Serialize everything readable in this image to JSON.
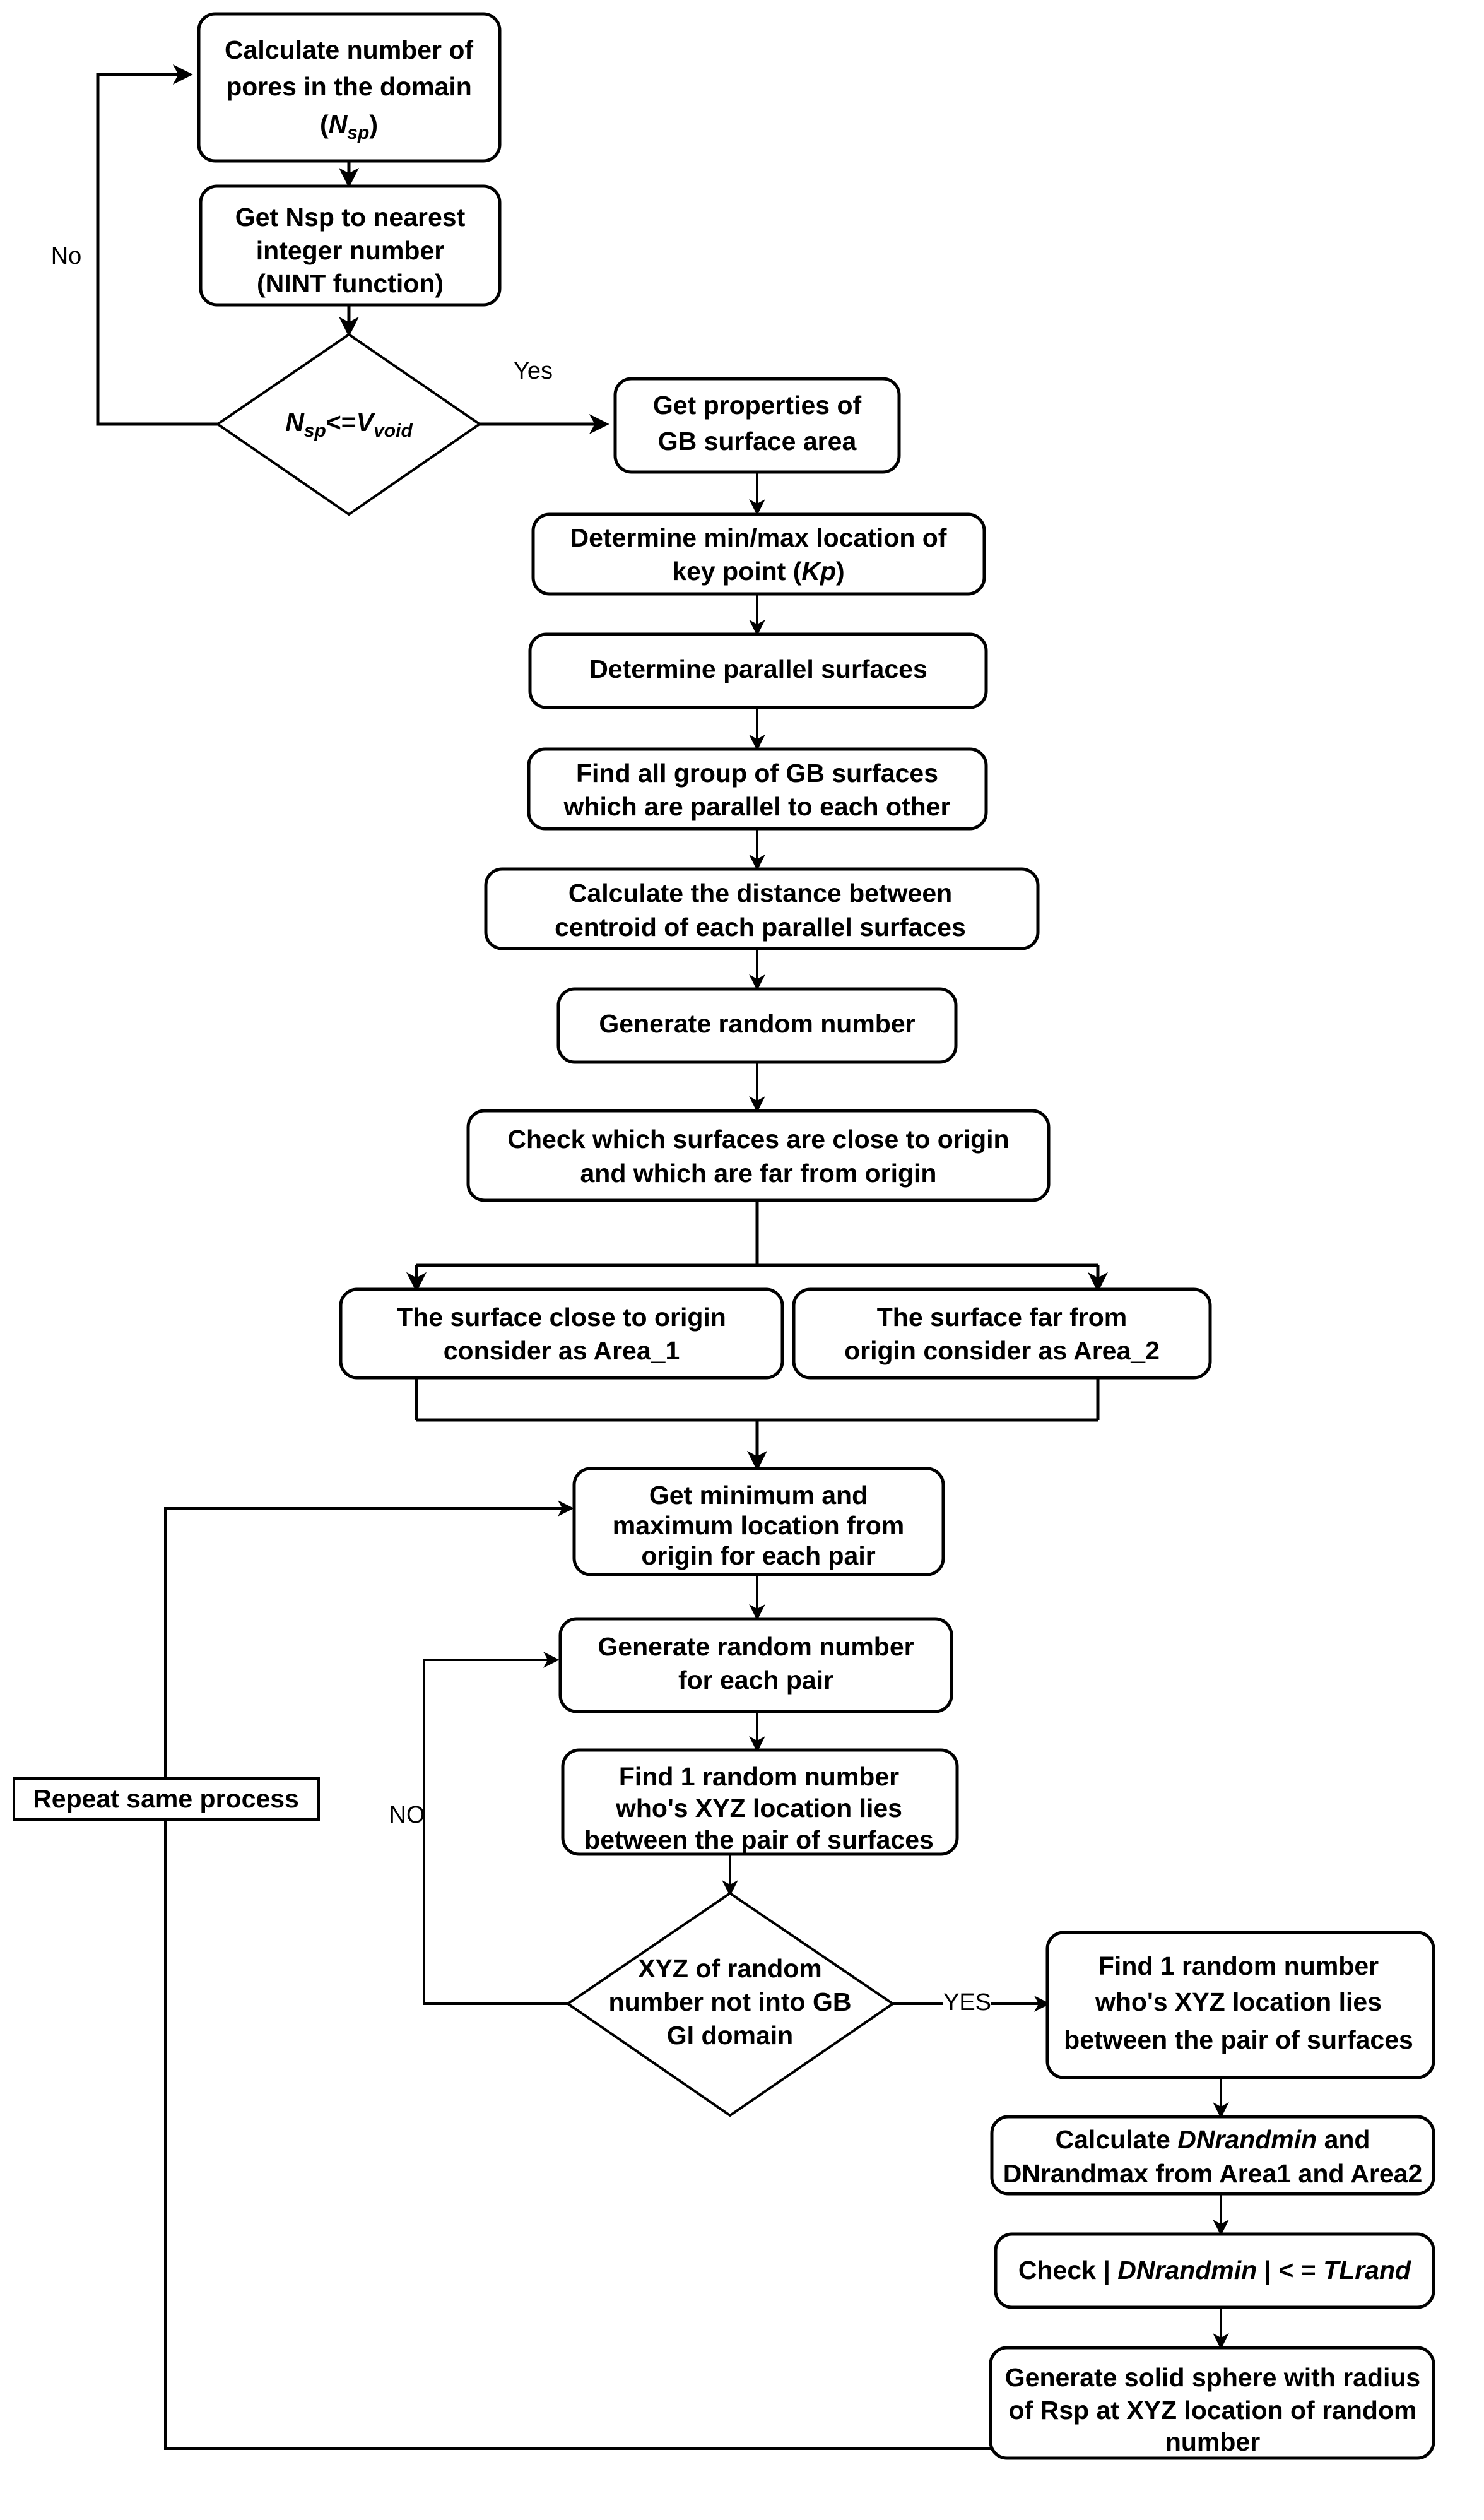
{
  "diagram": {
    "title": "Pore generation algorithm flowchart",
    "line_color": "#000000",
    "node_fill": "#ffffff"
  },
  "nodes": {
    "calc_pores": {
      "shape": "rounded-rect",
      "lines": [
        "Calculate number of",
        "pores in the domain",
        "(Nsp)"
      ],
      "line1": "Calculate number of",
      "line2": "pores in the domain",
      "line3_prefix": "(",
      "line3_var": "N",
      "line3_sub": "sp",
      "line3_suffix": ")"
    },
    "get_nsp_nint": {
      "shape": "rounded-rect",
      "line1": "Get Nsp to nearest",
      "line2": "integer number",
      "line3": "(NINT function)"
    },
    "decision_nsp": {
      "shape": "diamond",
      "var1": "N",
      "sub1": "sp",
      "operator": "<=",
      "var2": "V",
      "sub2": "void"
    },
    "get_gb_props": {
      "shape": "rounded-rect",
      "line1": "Get properties of",
      "line2": "GB surface area"
    },
    "min_max_keypoint": {
      "shape": "rounded-rect",
      "line1": "Determine min/max location of",
      "line2_prefix": "key point (",
      "line2_var": "Kp",
      "line2_suffix": ")"
    },
    "determine_parallel": {
      "shape": "rounded-rect",
      "line1": "Determine parallel surfaces"
    },
    "find_gb_groups": {
      "shape": "rounded-rect",
      "line1": "Find all group of GB surfaces",
      "line2": "which are parallel to each other"
    },
    "calc_distance": {
      "shape": "rounded-rect",
      "line1": "Calculate the distance between",
      "line2": "centroid of each parallel surfaces"
    },
    "gen_random": {
      "shape": "rounded-rect",
      "line1": "Generate random number"
    },
    "check_surfaces": {
      "shape": "rounded-rect",
      "line1": "Check which surfaces are close to origin",
      "line2": "and which are far from origin"
    },
    "area1": {
      "shape": "rounded-rect",
      "line1": "The surface close to origin",
      "line2": "consider as Area_1"
    },
    "area2": {
      "shape": "rounded-rect",
      "line1": "The surface far from",
      "line2": "origin consider as Area_2"
    },
    "get_min_max_pair": {
      "shape": "rounded-rect",
      "line1": "Get minimum and",
      "line2": "maximum location from",
      "line3": "origin for each pair"
    },
    "gen_random_pair": {
      "shape": "rounded-rect",
      "line1": "Generate random number",
      "line2": "for each pair"
    },
    "find_random_mid": {
      "shape": "rounded-rect",
      "line1": "Find 1 random number",
      "line2": "who's XYZ location lies",
      "line3": "between the pair of surfaces"
    },
    "decision_xyz": {
      "shape": "diamond",
      "line1": "XYZ of random",
      "line2": "number not into GB",
      "line3": "GI domain"
    },
    "find_random_right": {
      "shape": "rounded-rect",
      "line1": "Find 1 random number",
      "line2": "who's XYZ location lies",
      "line3": "between the pair of surfaces"
    },
    "calc_dnrand": {
      "shape": "rounded-rect",
      "line1_prefix": "Calculate ",
      "line1_italic": "DNrandmin",
      "line1_suffix": " and",
      "line2": "DNrandmax from Area1 and Area2"
    },
    "check_tlrand": {
      "shape": "rounded-rect",
      "line1_prefix": "Check | ",
      "line1_italic1": "DNrandmin",
      "line1_mid": " | < = ",
      "line1_italic2": "TLrand"
    },
    "gen_sphere": {
      "shape": "rounded-rect",
      "line1": "Generate solid sphere with radius",
      "line2": "of Rsp at XYZ location of random",
      "line3": "number"
    },
    "repeat_label": {
      "shape": "rect",
      "line1": "Repeat same process"
    }
  },
  "edge_labels": {
    "no_upper": "No",
    "yes_upper": "Yes",
    "no_lower": "NO",
    "yes_lower": "YES"
  }
}
